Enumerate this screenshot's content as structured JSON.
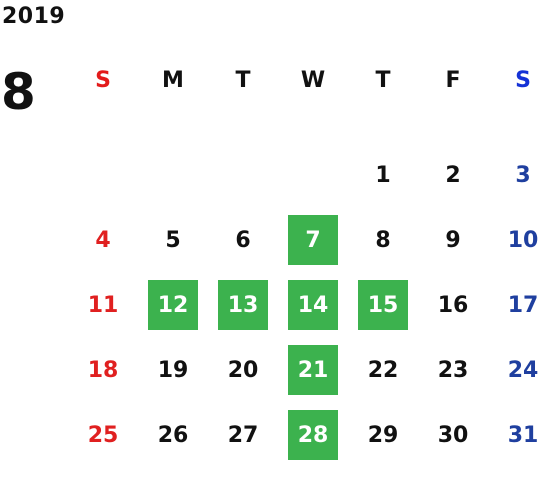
{
  "calendar": {
    "year": "2019",
    "month": "8",
    "weekdays": [
      "S",
      "M",
      "T",
      "W",
      "T",
      "F",
      "S"
    ],
    "colors": {
      "sunday": "#e02020",
      "saturday": "#1f3f9f",
      "highlight": "#3cb24e",
      "weekday_text": "#111111"
    },
    "weeks": [
      [
        null,
        null,
        null,
        null,
        "1",
        "2",
        "3"
      ],
      [
        "4",
        "5",
        "6",
        "7",
        "8",
        "9",
        "10"
      ],
      [
        "11",
        "12",
        "13",
        "14",
        "15",
        "16",
        "17"
      ],
      [
        "18",
        "19",
        "20",
        "21",
        "22",
        "23",
        "24"
      ],
      [
        "25",
        "26",
        "27",
        "28",
        "29",
        "30",
        "31"
      ]
    ],
    "highlighted_days": [
      "7",
      "12",
      "13",
      "14",
      "15",
      "21",
      "28"
    ]
  }
}
